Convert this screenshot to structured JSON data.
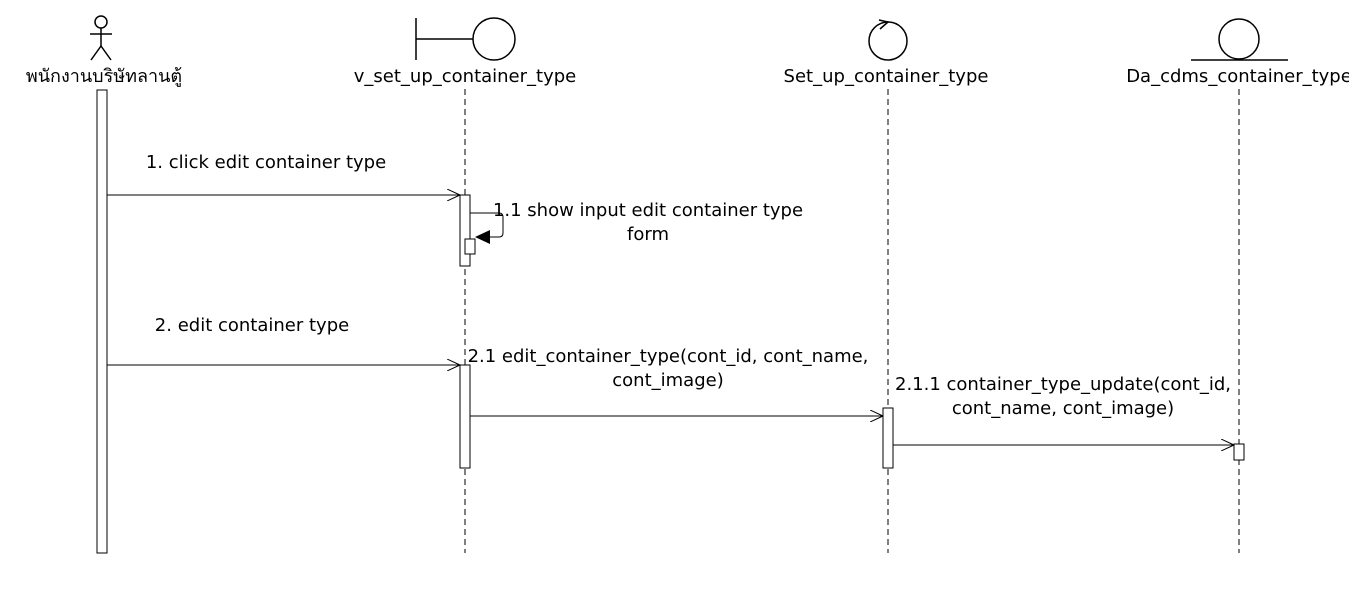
{
  "participants": {
    "actor": "พนักงานบริษัทลานตู้",
    "boundary": "v_set_up_container_type",
    "control": "Set_up_container_type",
    "entity": "Da_cdms_container_type"
  },
  "messages": {
    "m1": "1. click edit container type",
    "m1_1_line1": "1.1 show input edit container type",
    "m1_1_line2": "form",
    "m2": "2. edit container type",
    "m2_1_line1": "2.1 edit_container_type(cont_id, cont_name,",
    "m2_1_line2": "cont_image)",
    "m2_1_1_line1": "2.1.1 container_type_update(cont_id,",
    "m2_1_1_line2": "cont_name, cont_image)"
  }
}
